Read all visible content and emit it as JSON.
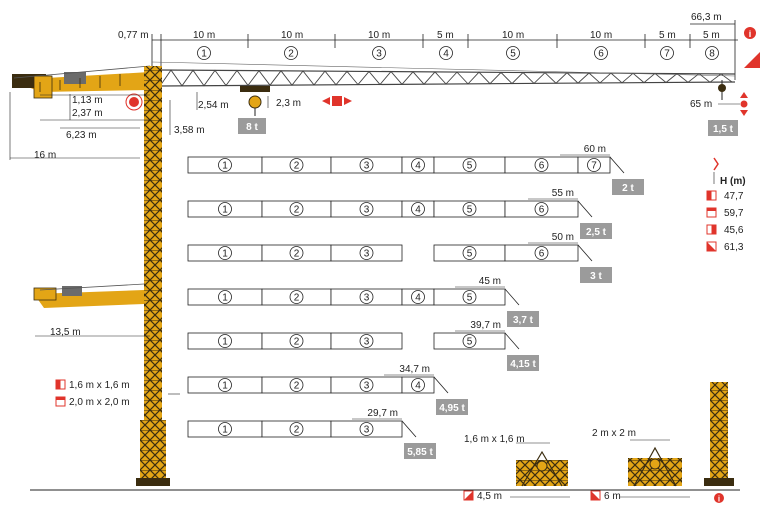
{
  "colors": {
    "tower": "#e3a516",
    "tower_dark": "#3b2d10",
    "jib": "#555555",
    "capacity_box": "#9b9b9b",
    "accent_red": "#e0342b",
    "line": "#222222"
  },
  "top_dims": {
    "offset": "0,77 m",
    "total": "66,3 m",
    "segments": [
      {
        "len": "10 m",
        "num": "1"
      },
      {
        "len": "10 m",
        "num": "2"
      },
      {
        "len": "10 m",
        "num": "3"
      },
      {
        "len": "5 m",
        "num": "4"
      },
      {
        "len": "10 m",
        "num": "5"
      },
      {
        "len": "10 m",
        "num": "6"
      },
      {
        "len": "5 m",
        "num": "7"
      },
      {
        "len": "5 m",
        "num": "8"
      }
    ]
  },
  "side_dims": {
    "d1": "1,13 m",
    "d2": "2,37 m",
    "d3": "6,23 m",
    "d4": "16 m",
    "d5": "3,58 m",
    "d6": "2,54 m",
    "d7": "2,3 m",
    "d8": "65 m",
    "d9": "13,5 m"
  },
  "main_caps": {
    "near": "8 t",
    "tip": "1,5 t"
  },
  "configs": [
    {
      "reach": "60 m",
      "cap": "2 t",
      "segs": [
        "1",
        "2",
        "3",
        "4",
        "5",
        "6",
        "7"
      ]
    },
    {
      "reach": "55 m",
      "cap": "2,5 t",
      "segs": [
        "1",
        "2",
        "3",
        "4",
        "5",
        "6"
      ]
    },
    {
      "reach": "50 m",
      "cap": "3 t",
      "segs": [
        "1",
        "2",
        "3",
        "5",
        "6"
      ]
    },
    {
      "reach": "45 m",
      "cap": "3,7 t",
      "segs": [
        "1",
        "2",
        "3",
        "4",
        "5"
      ]
    },
    {
      "reach": "39,7 m",
      "cap": "4,15 t",
      "segs": [
        "1",
        "2",
        "3",
        "5"
      ]
    },
    {
      "reach": "34,7 m",
      "cap": "4,95 t",
      "segs": [
        "1",
        "2",
        "3",
        "4"
      ]
    },
    {
      "reach": "29,7 m",
      "cap": "5,85 t",
      "segs": [
        "1",
        "2",
        "3"
      ]
    }
  ],
  "height_legend": {
    "title": "H (m)",
    "items": [
      "47,7",
      "59,7",
      "45,6",
      "61,3"
    ]
  },
  "mast_legend": [
    "1,6 m x 1,6 m",
    "2,0 m x 2,0 m"
  ],
  "base_labels": {
    "base1_size": "1,6 m x 1,6 m",
    "base2_size": "2 m x 2 m",
    "base1_dim": "4,5 m",
    "base2_dim": "6 m"
  }
}
